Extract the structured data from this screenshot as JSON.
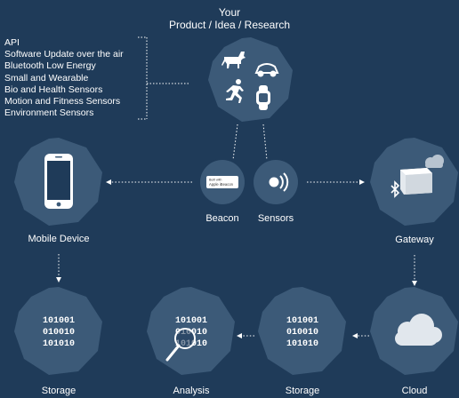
{
  "header": {
    "line1": "Your",
    "line2": "Product / Idea / Research"
  },
  "features": [
    "API",
    "Software Update over the air",
    "Bluetooth Low Energy",
    "Small and Wearable",
    "Bio and Health Sensors",
    "Motion and Fitness Sensors",
    "Environment Sensors"
  ],
  "beacon_badge": {
    "line1": "Built with",
    "line2": "Apple iBeacon"
  },
  "nodes": {
    "beacon": "Beacon",
    "sensors": "Sensors",
    "mobile": "Mobile Device",
    "gateway": "Gateway",
    "storage_left": "Storage",
    "analysis": "Analysis",
    "storage_mid": "Storage",
    "cloud": "Cloud"
  },
  "binary": {
    "storage_left": [
      "101001",
      "010010",
      "101010"
    ],
    "analysis": [
      "101001",
      "010010",
      "101010"
    ],
    "storage_mid": [
      "101001",
      "010010",
      "101010"
    ]
  },
  "colors": {
    "background": "#1f3b59",
    "node": "#3c5a78",
    "node_dark": "#2c4a68",
    "text": "#ffffff"
  }
}
